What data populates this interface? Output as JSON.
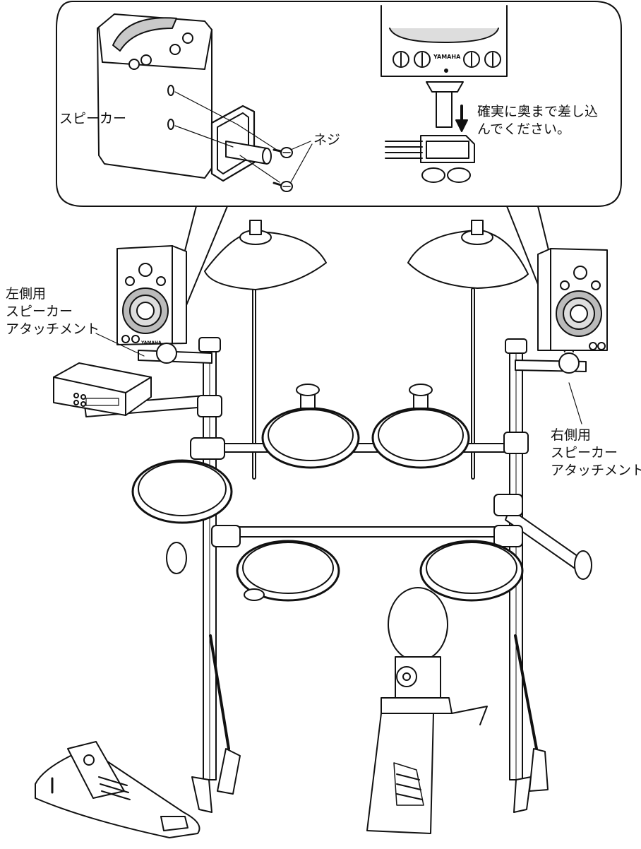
{
  "brand_text": "YAMAHA",
  "callout": {
    "speaker_label": "スピーカー",
    "screws_label": "ネジ",
    "instruction_line1": "確実に奥まで差し込",
    "instruction_line2": "んでください。"
  },
  "left_attachment": {
    "line1": "左側用",
    "line2": "スピーカー",
    "line3": "アタッチメント"
  },
  "right_attachment": {
    "line1": "右側用",
    "line2": "スピーカー",
    "line3": "アタッチメント"
  }
}
